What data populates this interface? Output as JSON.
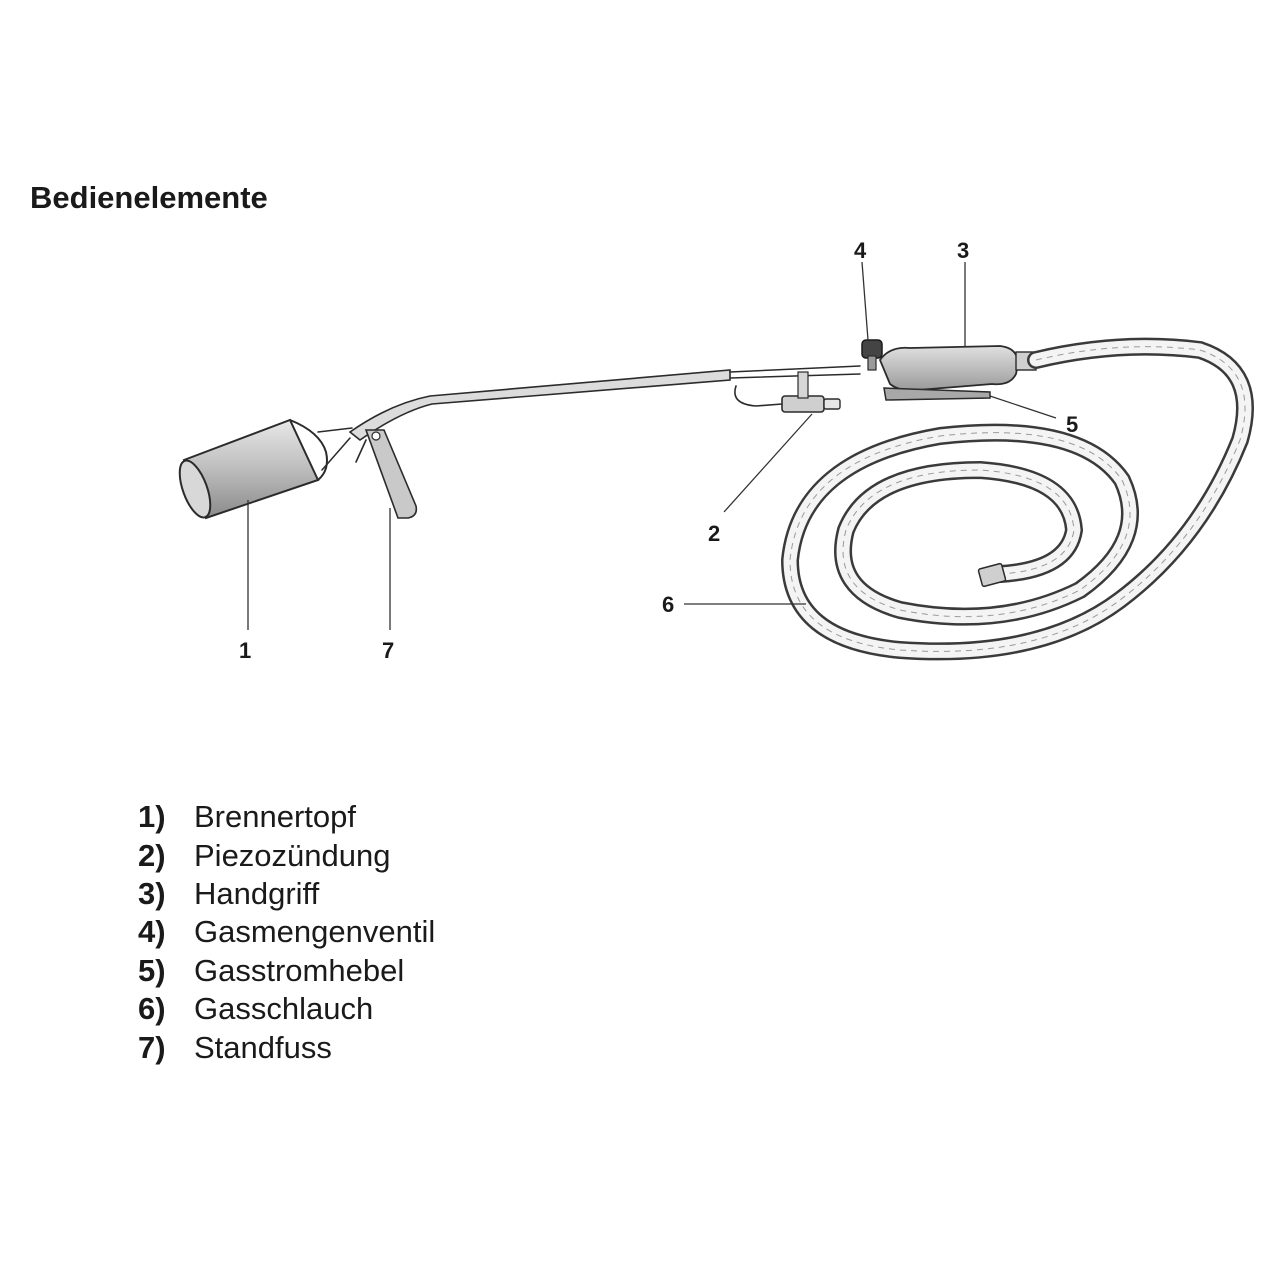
{
  "title": "Bedienelemente",
  "callouts": [
    "1",
    "2",
    "3",
    "4",
    "5",
    "6",
    "7"
  ],
  "legend": [
    {
      "num": "1)",
      "label": "Brennertopf"
    },
    {
      "num": "2)",
      "label": "Piezozündung"
    },
    {
      "num": "3)",
      "label": "Handgriff"
    },
    {
      "num": "4)",
      "label": "Gasmengenventil"
    },
    {
      "num": "5)",
      "label": "Gasstromhebel"
    },
    {
      "num": "6)",
      "label": "Gasschlauch"
    },
    {
      "num": "7)",
      "label": "Standfuss"
    }
  ]
}
